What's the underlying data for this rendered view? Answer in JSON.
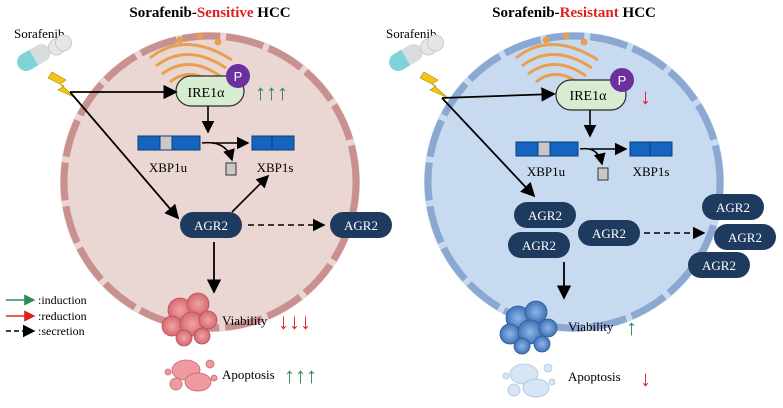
{
  "panels": {
    "left": {
      "title_part1": "Sorafenib-",
      "title_part2": "Sensitive",
      "title_part3": " HCC",
      "drug_label": "Sorafenib",
      "ire1": "IRE1α",
      "phospho": "P",
      "ire1_change": "↑↑↑",
      "xbp1u": "XBP1u",
      "xbp1s": "XBP1s",
      "agr2_inside": "AGR2",
      "agr2_outside": "AGR2",
      "viability_label": "Viability",
      "viability_change": "↓↓↓",
      "apoptosis_label": "Apoptosis",
      "apoptosis_change": "↑↑↑"
    },
    "right": {
      "title_part1": "Sorafenib-",
      "title_part2": "Resistant",
      "title_part3": " HCC",
      "drug_label": "Sorafenib",
      "ire1": "IRE1α",
      "phospho": "P",
      "ire1_change": "↓",
      "xbp1u": "XBP1u",
      "xbp1s": "XBP1s",
      "agr2_inside": [
        "AGR2",
        "AGR2",
        "AGR2"
      ],
      "agr2_outside": [
        "AGR2",
        "AGR2",
        "AGR2"
      ],
      "viability_label": "Viability",
      "viability_change": "↑",
      "apoptosis_label": "Apoptosis",
      "apoptosis_change": "↓"
    }
  },
  "legend": {
    "induction": ":induction",
    "reduction": ":reduction",
    "secretion": ":secretion"
  },
  "colors": {
    "induction": "#2e8b57",
    "reduction": "#e02020",
    "sensitive_cell": "#ead6d3",
    "sensitive_border": "#c99090",
    "resistant_cell": "#c8daf0",
    "resistant_border": "#8aa8d0",
    "agr2": "#1f3a5f",
    "ire1": "#d7ecd0",
    "phospho": "#6b2fa0"
  }
}
